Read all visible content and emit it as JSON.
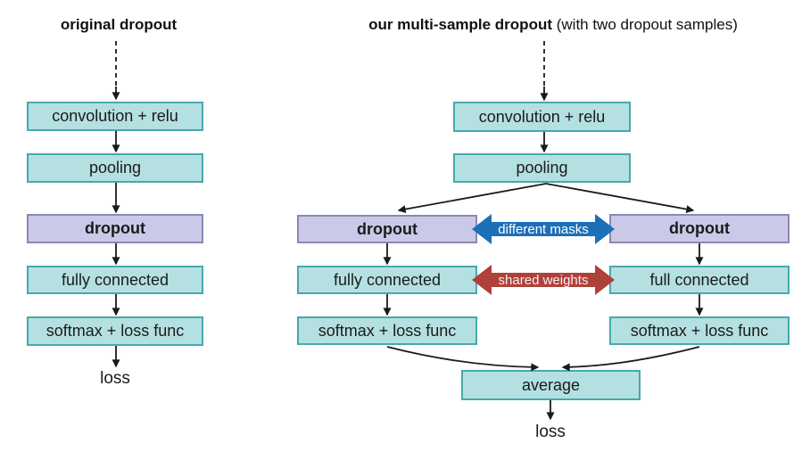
{
  "left_diagram": {
    "title": "original dropout",
    "boxes": [
      {
        "label": "convolution + relu"
      },
      {
        "label": "pooling"
      },
      {
        "label": "dropout"
      },
      {
        "label": "fully connected"
      },
      {
        "label": "softmax + loss func"
      }
    ],
    "output_label": "loss"
  },
  "right_diagram": {
    "title_bold": "our multi-sample dropout",
    "title_rest": " (with two dropout samples)",
    "trunk_boxes": [
      {
        "label": "convolution + relu"
      },
      {
        "label": "pooling"
      }
    ],
    "left_branch": [
      {
        "label": "dropout"
      },
      {
        "label": "fully connected"
      },
      {
        "label": "softmax + loss func"
      }
    ],
    "right_branch": [
      {
        "label": "dropout"
      },
      {
        "label": "full connected"
      },
      {
        "label": "softmax + loss func"
      }
    ],
    "labels": {
      "different_masks": "different masks",
      "shared_weights": "shared weights",
      "average": "average",
      "output": "loss"
    }
  },
  "colors": {
    "teal_fill": "#b4e0e2",
    "teal_border": "#46a9ae",
    "purple_fill": "#cac9e8",
    "purple_border": "#8a88b5",
    "blue_arrow": "#1d6fb7",
    "red_arrow": "#af413b",
    "blue_label_text": "#ffffff",
    "red_label_text": "#f6efec",
    "line": "#1a1a1a"
  }
}
